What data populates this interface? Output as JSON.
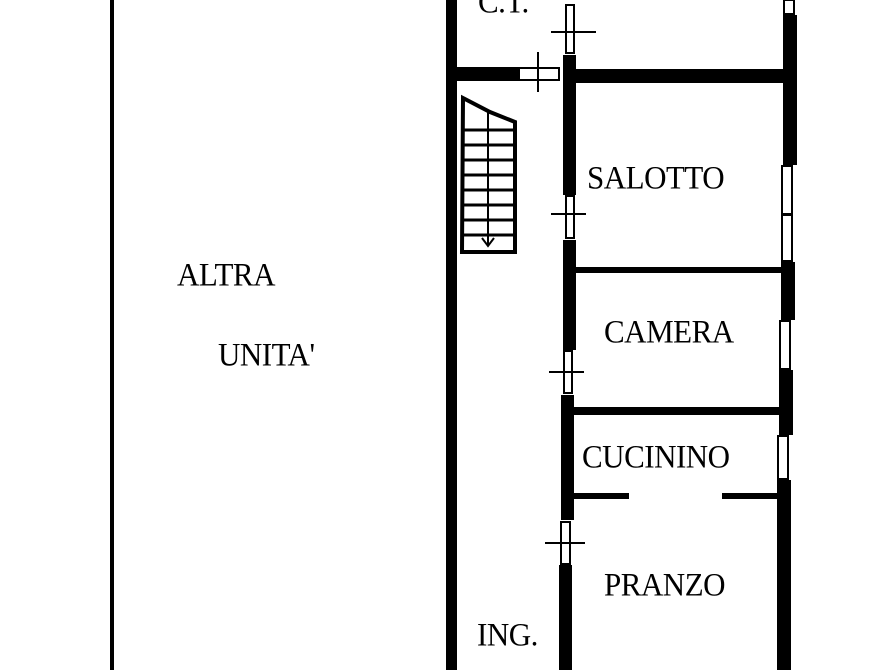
{
  "rooms": {
    "ct": "C.T.",
    "altra": "ALTRA",
    "unita": "UNITA'",
    "salotto": "SALOTTO",
    "camera": "CAMERA",
    "cucinino": "CUCININO",
    "pranzo": "PRANZO",
    "ingresso": "ING."
  },
  "colors": {
    "ink": "#000000",
    "paper": "#ffffff"
  }
}
